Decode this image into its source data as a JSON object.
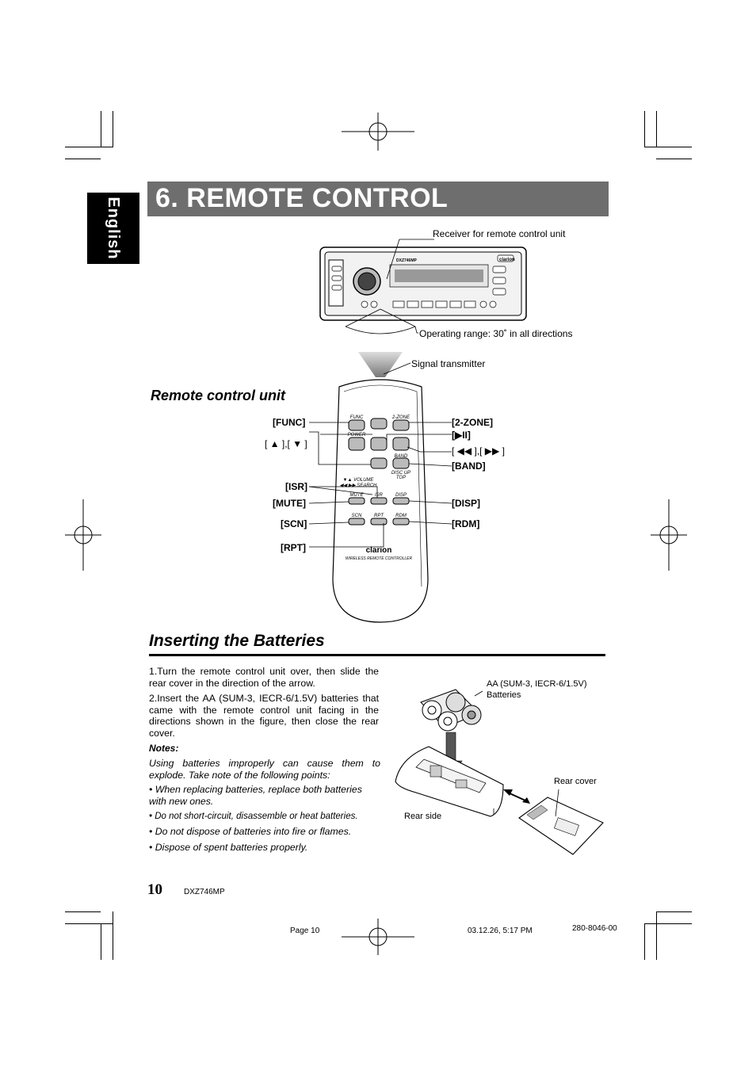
{
  "side_tab": "English",
  "title": "6. REMOTE CONTROL",
  "callouts": {
    "receiver": "Receiver for remote control unit",
    "operating_range": "Operating range: 30˚ in all directions",
    "signal_transmitter": "Signal transmitter"
  },
  "remote_section_heading": "Remote control unit",
  "remote_button_labels": {
    "func": "[FUNC]",
    "up_down": "[ ▲ ],[ ▼ ]",
    "isr": "[ISR]",
    "mute": "[MUTE]",
    "scn": "[SCN]",
    "rpt": "[RPT]",
    "two_zone": "[2-ZONE]",
    "play_pause": "[▶II]",
    "prev_next": "[ ◀◀ ],[ ▶▶ ]",
    "band": "[BAND]",
    "disp": "[DISP]",
    "rdm": "[RDM]"
  },
  "remote_face": {
    "func": "FUNC",
    "zone": "2-ZONE",
    "power": "POWER",
    "band": "BAND",
    "disc": "DISC  UP",
    "top": "TOP",
    "volume": "▼▲ VOLUME",
    "search": "◀◀ ▶▶ SEARCH",
    "mute": "MUTE",
    "isr": "ISR",
    "disp": "DISP",
    "scn": "SCN",
    "rpt": "RPT",
    "rdm": "RDM",
    "brand": "clarion",
    "subtitle": "WIRELESS REMOTE CONTROLLER"
  },
  "head_unit": {
    "brand": "clarion",
    "model": "DXZ746MP"
  },
  "batteries_heading": "Inserting the Batteries",
  "steps": [
    "1.Turn the remote control unit over, then slide the rear cover in the direction of the arrow.",
    "2.Insert the AA (SUM-3, IECR-6/1.5V) batteries that came with the remote control unit facing in the directions shown in the figure, then close the rear cover."
  ],
  "notes_heading": "Notes:",
  "notes_intro": "Using batteries improperly can cause them to explode. Take note of the following points:",
  "notes": [
    "• When replacing batteries, replace both batteries with new ones.",
    "• Do not short-circuit, disassemble or heat batteries.",
    "• Do not dispose of batteries into fire or flames.",
    "• Dispose of spent batteries properly."
  ],
  "battery_figure": {
    "batteries_label": "AA (SUM-3, IECR-6/1.5V)\nBatteries",
    "rear_cover": "Rear cover",
    "rear_side": "Rear side"
  },
  "page_number": "10",
  "model": "DXZ746MP",
  "footer": {
    "page": "Page 10",
    "timestamp": "03.12.26, 5:17 PM",
    "code": "280-8046-00"
  }
}
